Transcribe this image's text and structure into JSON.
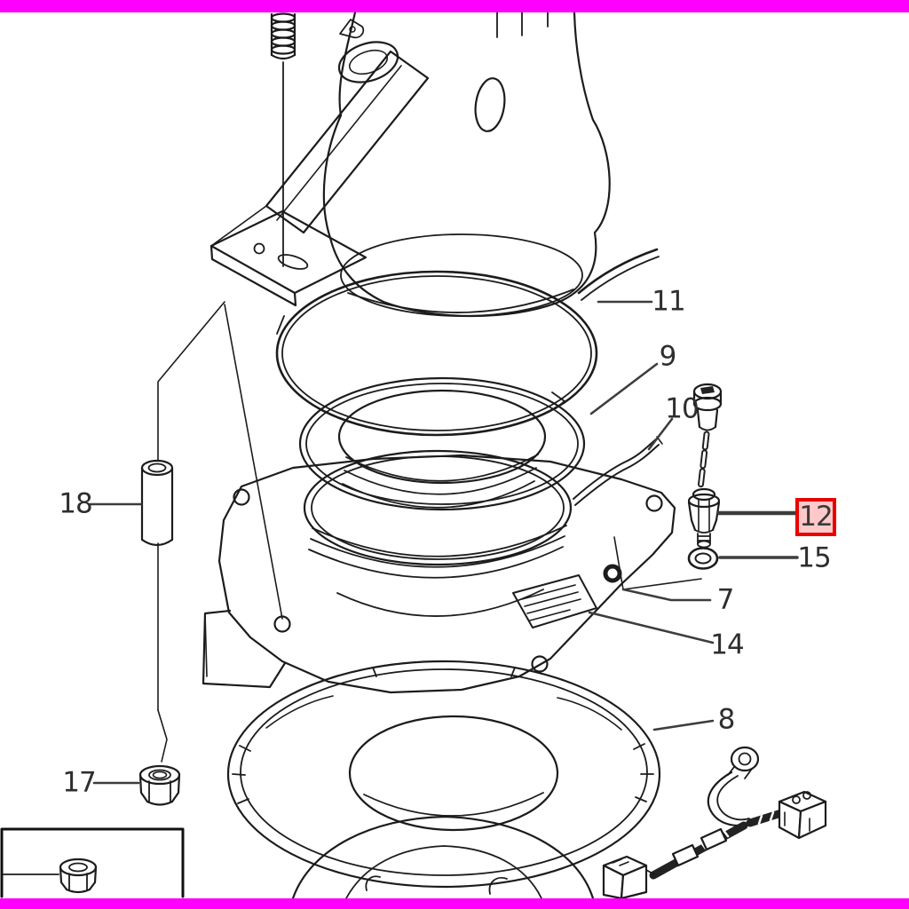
{
  "figure": {
    "kind": "exploded-parts-diagram",
    "background": "#ffffff",
    "frame_color": "#ff00ff",
    "line_color": "#1c1c1c",
    "leader_color": "#3d3d3d"
  },
  "highlight": {
    "part": "12",
    "box_border": "#e80000",
    "box_fill": "#ffc9c9"
  },
  "callouts": {
    "c7": {
      "label": "7",
      "highlighted": false
    },
    "c8": {
      "label": "8",
      "highlighted": false
    },
    "c9": {
      "label": "9",
      "highlighted": false
    },
    "c10": {
      "label": "10",
      "highlighted": false
    },
    "c11": {
      "label": "11",
      "highlighted": false
    },
    "c12": {
      "label": "12",
      "highlighted": true
    },
    "c14": {
      "label": "14",
      "highlighted": false
    },
    "c15": {
      "label": "15",
      "highlighted": false
    },
    "c17": {
      "label": "17",
      "highlighted": false
    },
    "c18": {
      "label": "18",
      "highlighted": false
    }
  }
}
